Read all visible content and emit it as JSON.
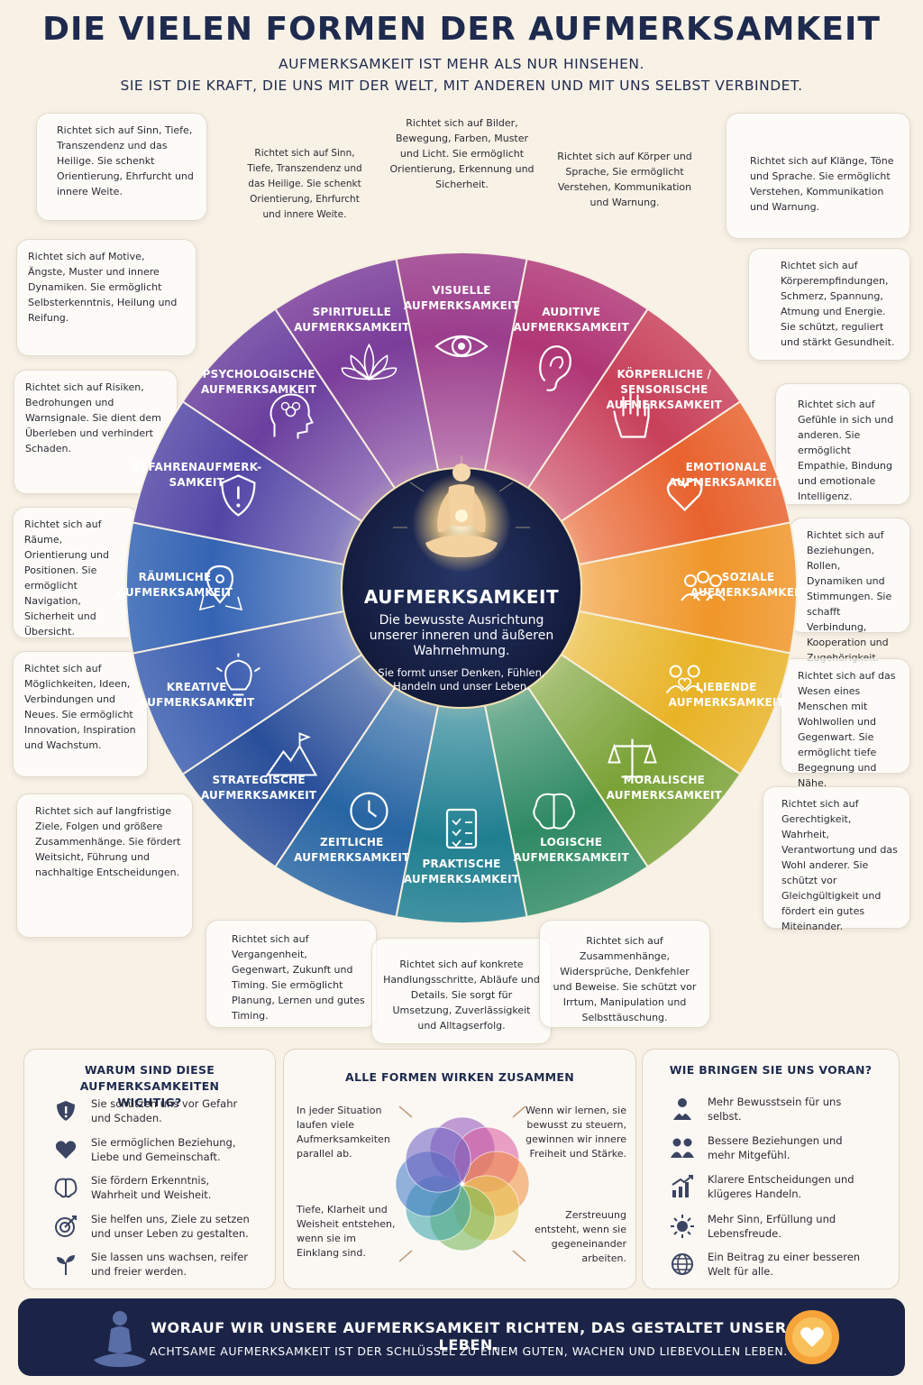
{
  "title": "DIE VIELEN FORMEN DER AUFMERKSAMKEIT",
  "subtitle1": "AUFMERKSAMKEIT IST MEHR ALS NUR HINSEHEN.",
  "subtitle2": "SIE IST DIE KRAFT, DIE UNS MIT DER WELT, MIT ANDEREN UND MIT UNS SELBST VERBINDET.",
  "center": {
    "title": "AUFMERKSAMKEIT",
    "desc": "Die bewusste Ausrichtung unserer inneren und äußeren Wahrnehmung.",
    "desc2": "Sie formt unser Denken, Fühlen, Handeln und unser Leben."
  },
  "segments": [
    {
      "label": "Visuelle Aufmerksamkeit",
      "color": "#9b3d8c",
      "icon": "eye-icon"
    },
    {
      "label": "Auditive Aufmerksamkeit",
      "color": "#b03675",
      "icon": "ear-icon"
    },
    {
      "label": "Körperliche / sensorische Aufmerksamkeit",
      "color": "#c8405a",
      "icon": "hand-icon"
    },
    {
      "label": "Emotionale Aufmerksamkeit",
      "color": "#e8622e",
      "icon": "heart-icon"
    },
    {
      "label": "Soziale Aufmerksamkeit",
      "color": "#f0962a",
      "icon": "people-icon"
    },
    {
      "label": "Liebende Aufmerksamkeit",
      "color": "#e8b326",
      "icon": "couple-heart-icon"
    },
    {
      "label": "Moralische Aufmerksamkeit",
      "color": "#7aa236",
      "icon": "scales-icon"
    },
    {
      "label": "Logische Aufmerksamkeit",
      "color": "#2f8a64",
      "icon": "brain-icon"
    },
    {
      "label": "Praktische Aufmerksamkeit",
      "color": "#1f7f90",
      "icon": "checklist-icon"
    },
    {
      "label": "Zeitliche Aufmerksamkeit",
      "color": "#2765a3",
      "icon": "clock-icon"
    },
    {
      "label": "Strategische Aufmerksamkeit",
      "color": "#2a4f9a",
      "icon": "mountain-flag-icon"
    },
    {
      "label": "Kreative Aufmerksamkeit",
      "color": "#3d5fb0",
      "icon": "lightbulb-icon"
    },
    {
      "label": "Räumliche Aufmerksamkeit",
      "color": "#3464b4",
      "icon": "map-pin-icon"
    },
    {
      "label": "Gefahrenaufmerk-samkeit",
      "color": "#5347a6",
      "icon": "warning-shield-icon"
    },
    {
      "label": "Psychologische Aufmerksamkeit",
      "color": "#6a3f9e",
      "icon": "head-flower-icon"
    },
    {
      "label": "Spirituelle Aufmerksamkeit",
      "color": "#7a3d9a",
      "icon": "lotus-icon"
    }
  ],
  "cards": {
    "spirituell_outer": "Richtet sich auf Sinn, Tiefe, Transzendenz und das Heilige. Sie schenkt Orientierung, Ehrfurcht und innere Weite.",
    "spirituell_inner": "Richtet sich auf Sinn, Tiefe, Transzendenz und das Heilige. Sie schenkt Orientierung, Ehrfurcht und innere Weite.",
    "visuell": "Richtet sich auf Bilder, Bewegung, Farben, Muster und Licht. Sie ermöglicht Orientierung, Erkennung und Sicherheit.",
    "auditiv_inner": "Richtet sich auf Körper und Sprache, Sie ermöglicht Verstehen, Kommunikation und Warnung.",
    "auditiv": "Richtet sich auf Klänge, Töne und Sprache. Sie ermöglicht Verstehen, Kommunikation und Warnung.",
    "psychologisch": "Richtet sich auf Motive, Ängste, Muster und innere Dynamiken. Sie ermöglicht Selbsterkenntnis, Heilung und Reifung.",
    "koerperlich": "Richtet sich auf Körperempfindungen, Schmerz, Spannung, Atmung und Energie. Sie schützt, reguliert und stärkt Gesundheit.",
    "gefahr": "Richtet sich auf Risiken, Bedrohungen und Warnsignale. Sie dient dem Überleben und verhindert Schaden.",
    "emotional": "Richtet sich auf Gefühle in sich und anderen. Sie ermöglicht Empathie, Bindung und emotionale Intelligenz.",
    "raeumlich": "Richtet sich auf Räume, Orientierung und Positionen. Sie ermöglicht Navigation, Sicherheit und Übersicht.",
    "sozial": "Richtet sich auf Beziehungen, Rollen, Dynamiken und Stimmungen. Sie schafft Verbindung, Kooperation und Zugehörigkeit.",
    "kreativ": "Richtet sich auf Möglichkeiten, Ideen, Verbindungen und Neues. Sie ermöglicht Innovation, Inspiration und Wachstum.",
    "liebend": "Richtet sich auf das Wesen eines Menschen mit Wohlwollen und Gegenwart. Sie ermöglicht tiefe Begegnung und Nähe.",
    "strategisch": "Richtet sich auf langfristige Ziele, Folgen und größere Zusammenhänge. Sie fördert Weitsicht, Führung und nachhaltige Entscheidungen.",
    "moralisch": "Richtet sich auf Gerechtigkeit, Wahrheit, Verantwortung und das Wohl anderer. Sie schützt vor Gleichgültigkeit und fördert ein gutes Miteinander.",
    "zeitlich": "Richtet sich auf Vergangenheit, Gegenwart, Zukunft und Timing. Sie ermöglicht Planung, Lernen und gutes Timing.",
    "praktisch": "Richtet sich auf konkrete Handlungsschritte, Abläufe und Details. Sie sorgt für Umsetzung, Zuverlässigkeit und Alltagserfolg.",
    "logisch": "Richtet sich auf Zusammenhänge, Widersprüche, Denkfehler und Beweise. Sie schützt vor Irrtum, Manipulation und Selbsttäuschung."
  },
  "why": {
    "title": "WARUM SIND DIESE AUFMERKSAMKEITEN WICHTIG?",
    "items": [
      {
        "icon": "shield-icon",
        "text": "Sie schützen uns vor Gefahr und Schaden."
      },
      {
        "icon": "heart-icon",
        "text": "Sie ermöglichen Beziehung, Liebe und Gemeinschaft."
      },
      {
        "icon": "brain-icon",
        "text": "Sie fördern Erkenntnis, Wahrheit und Weisheit."
      },
      {
        "icon": "target-icon",
        "text": "Sie helfen uns, Ziele zu setzen und unser Leben zu gestalten."
      },
      {
        "icon": "sprout-icon",
        "text": "Sie lassen uns wachsen, reifer und freier werden."
      }
    ]
  },
  "together": {
    "title": "ALLE FORMEN WIRKEN ZUSAMMEN",
    "tl": "In jeder Situation laufen viele Aufmerksamkeiten parallel ab.",
    "tr": "Wenn wir lernen, sie bewusst zu steuern, gewinnen wir innere Freiheit und Stärke.",
    "bl": "Tiefe, Klarheit und Weisheit entstehen, wenn sie im Einklang sind.",
    "br": "Zerstreuung entsteht, wenn sie gegeneinander arbeiten.",
    "circle_colors": [
      "#8e4fb8",
      "#d9559a",
      "#f08a3a",
      "#e6c44a",
      "#6fb34e",
      "#35a0a8",
      "#3a74c4",
      "#6a5cc0"
    ]
  },
  "forward": {
    "title": "WIE BRINGEN SIE UNS VORAN?",
    "items": [
      {
        "icon": "person-heart-icon",
        "text": "Mehr Bewusstsein für uns selbst."
      },
      {
        "icon": "people-icon",
        "text": "Bessere Beziehungen und mehr Mitgefühl."
      },
      {
        "icon": "growth-chart-icon",
        "text": "Klarere Entscheidungen und klügeres Handeln."
      },
      {
        "icon": "sun-icon",
        "text": "Mehr Sinn, Erfüllung und Lebensfreude."
      },
      {
        "icon": "globe-icon",
        "text": "Ein Beitrag zu einer besseren Welt für alle."
      }
    ]
  },
  "footer": {
    "line1": "WORAUF WIR UNSERE AUFMERKSAMKEIT RICHTEN, DAS GESTALTET UNSER LEBEN.",
    "line2": "ACHTSAME AUFMERKSAMKEIT IST DER SCHLÜSSEL ZU EINEM GUTEN, WACHEN UND LIEBEVOLLEN LEBEN."
  }
}
